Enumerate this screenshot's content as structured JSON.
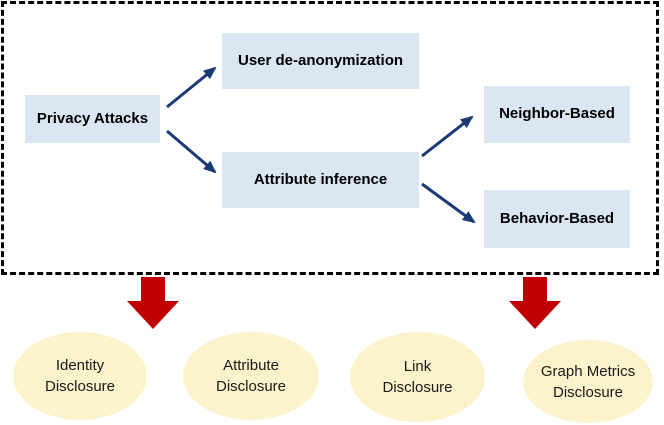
{
  "colors": {
    "node_fill": "#dbe6f3",
    "node_text": "#000000",
    "ellipse_fill": "#fcf2cc",
    "ellipse_text": "#1a1a1a",
    "connector": "#1a3a75",
    "block_arrow": "#c00000",
    "frame_border": "#000000"
  },
  "taxonomy": {
    "root": {
      "label": "Privacy Attacks"
    },
    "attack_types": [
      {
        "label": "User de-anonymization"
      },
      {
        "label": "Attribute inference"
      }
    ],
    "inference_methods": [
      {
        "label": "Neighbor-Based"
      },
      {
        "label": "Behavior-Based"
      }
    ]
  },
  "disclosures": [
    {
      "line1": "Identity",
      "line2": "Disclosure"
    },
    {
      "line1": "Attribute",
      "line2": "Disclosure"
    },
    {
      "line1": "Link",
      "line2": "Disclosure"
    },
    {
      "line1": "Graph Metrics",
      "line2": "Disclosure"
    }
  ]
}
